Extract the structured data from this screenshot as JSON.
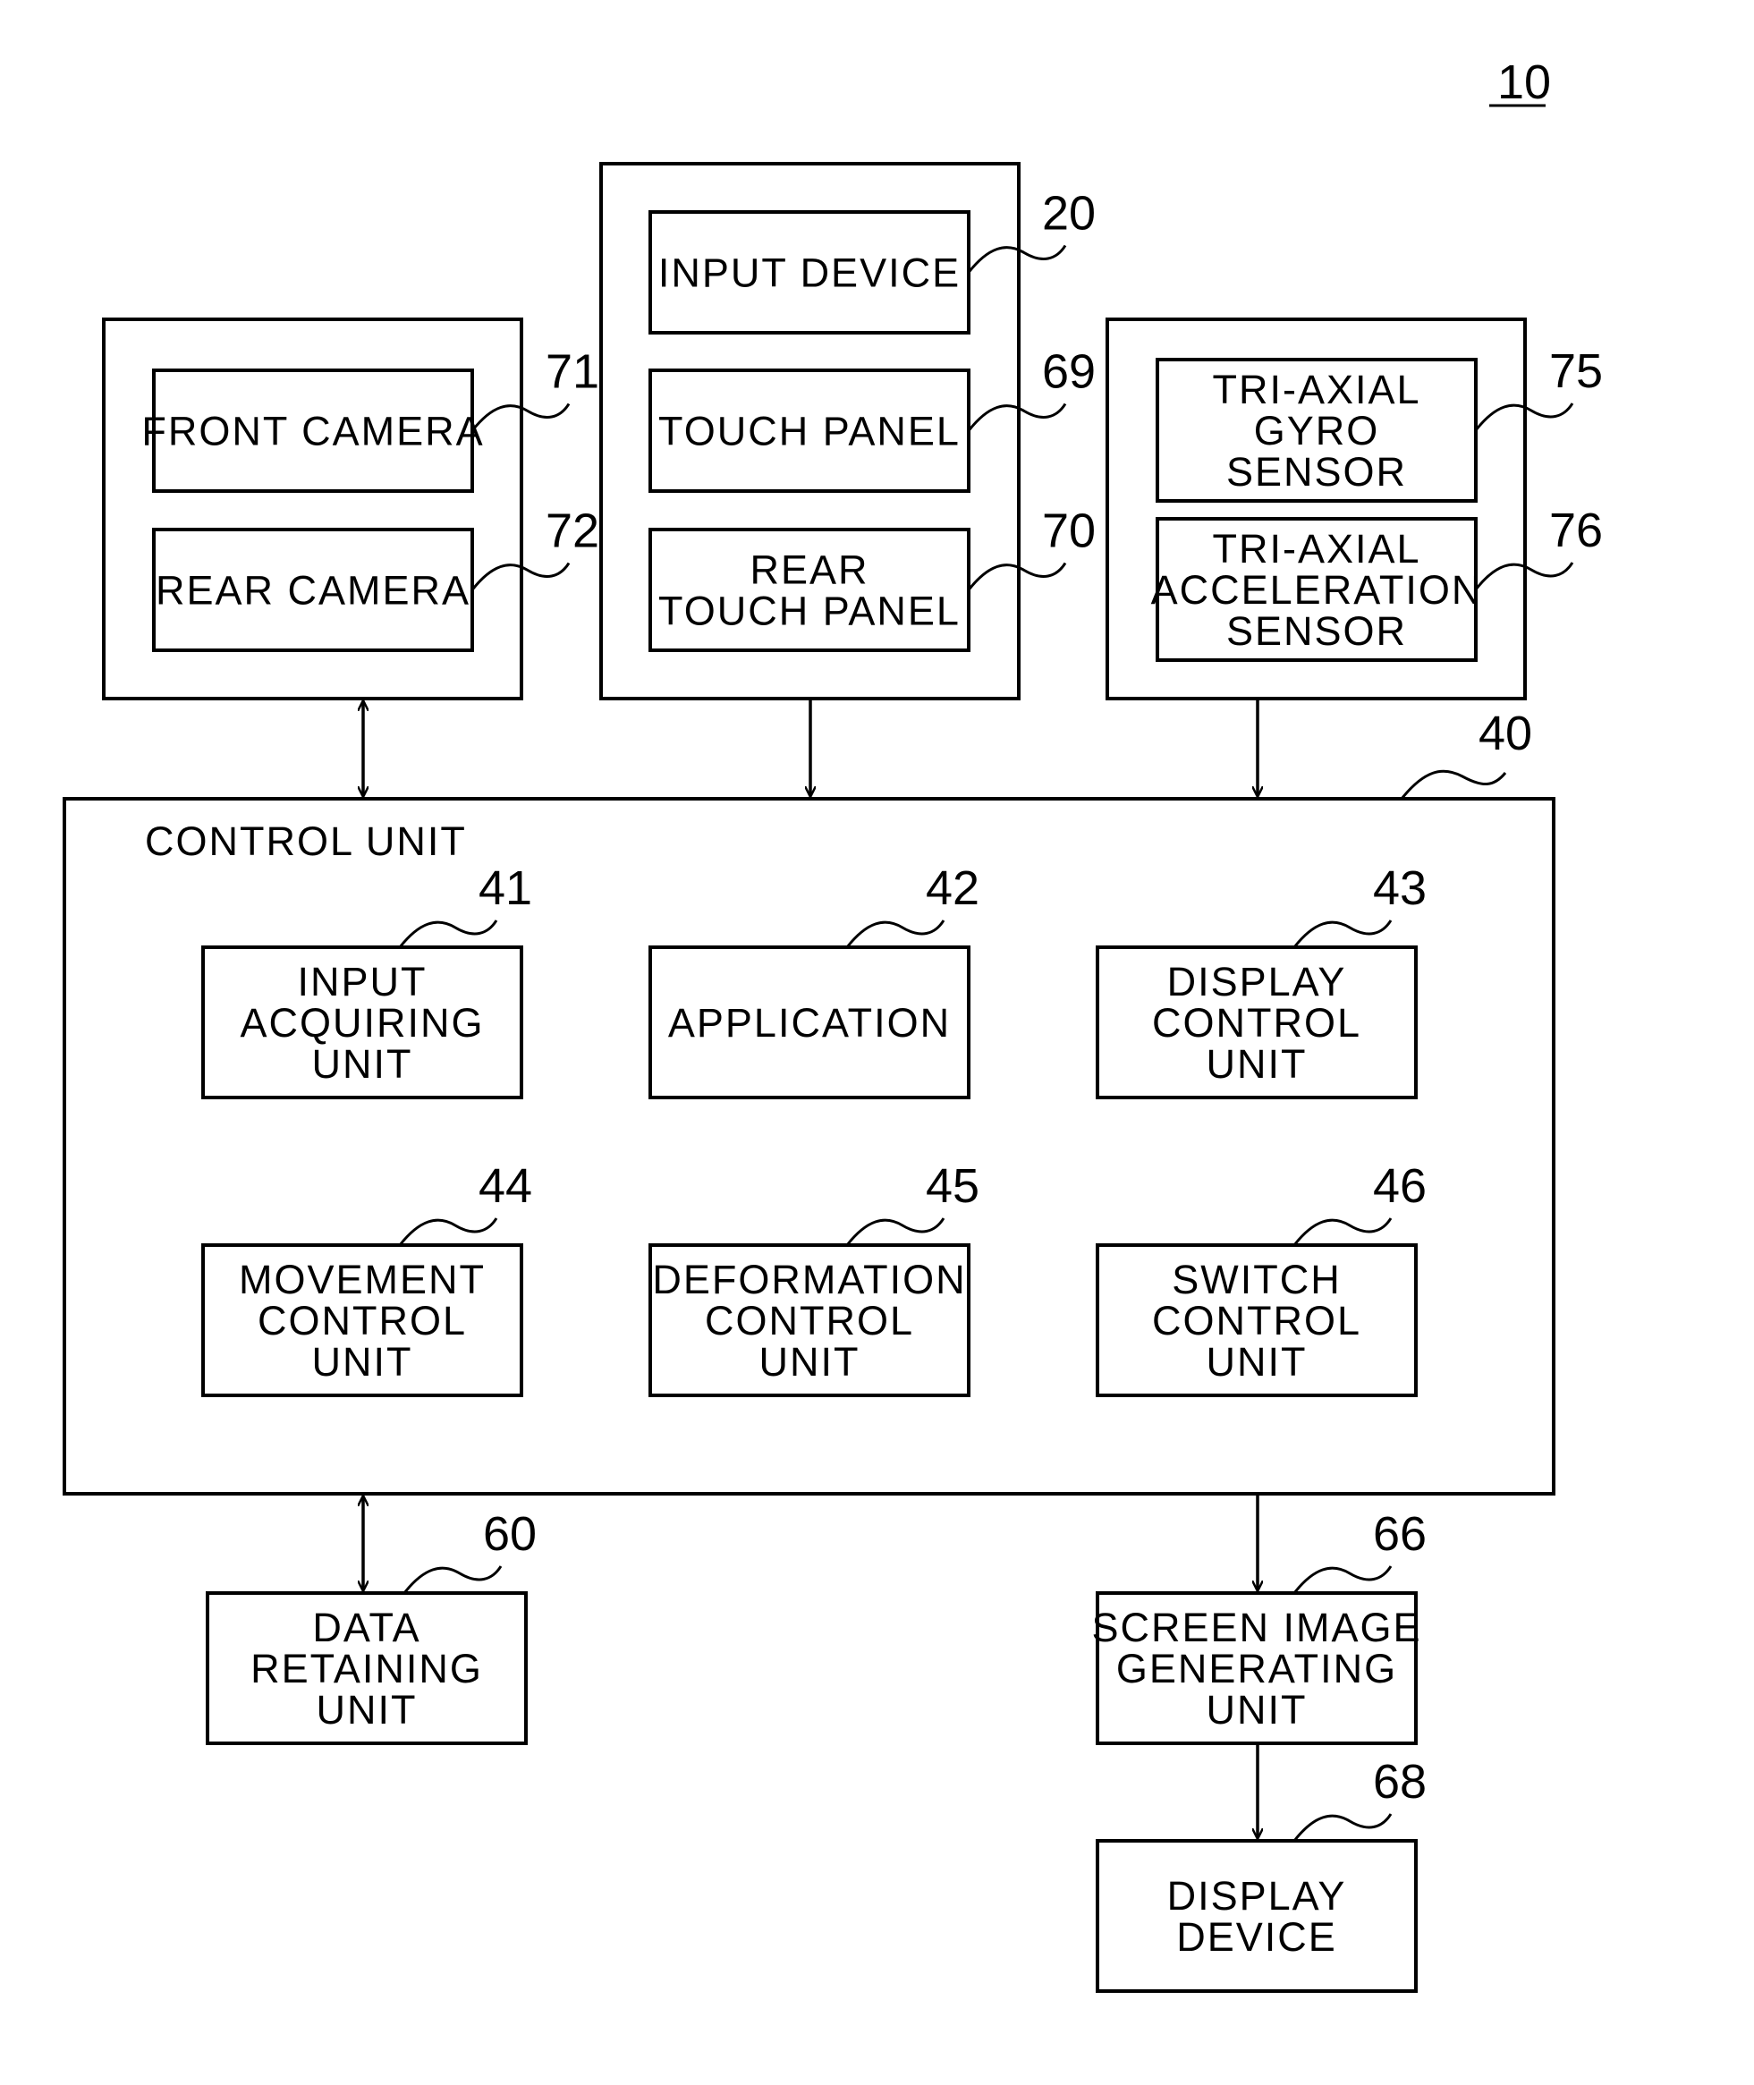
{
  "figure_number": "10",
  "boxes": {
    "input_device": {
      "ref": "20",
      "lines": [
        "INPUT DEVICE"
      ]
    },
    "touch_panel": {
      "ref": "69",
      "lines": [
        "TOUCH PANEL"
      ]
    },
    "rear_touch_panel": {
      "ref": "70",
      "lines": [
        "REAR",
        "TOUCH PANEL"
      ]
    },
    "front_camera": {
      "ref": "71",
      "lines": [
        "FRONT CAMERA"
      ]
    },
    "rear_camera": {
      "ref": "72",
      "lines": [
        "REAR CAMERA"
      ]
    },
    "gyro_sensor": {
      "ref": "75",
      "lines": [
        "TRI-AXIAL",
        "GYRO",
        "SENSOR"
      ]
    },
    "acceleration_sensor": {
      "ref": "76",
      "lines": [
        "TRI-AXIAL",
        "ACCELERATION",
        "SENSOR"
      ]
    },
    "input_acquiring_unit": {
      "ref": "41",
      "lines": [
        "INPUT",
        "ACQUIRING",
        "UNIT"
      ]
    },
    "application": {
      "ref": "42",
      "lines": [
        "APPLICATION"
      ]
    },
    "display_control_unit": {
      "ref": "43",
      "lines": [
        "DISPLAY",
        "CONTROL",
        "UNIT"
      ]
    },
    "movement_control_unit": {
      "ref": "44",
      "lines": [
        "MOVEMENT",
        "CONTROL",
        "UNIT"
      ]
    },
    "deformation_control_unit": {
      "ref": "45",
      "lines": [
        "DEFORMATION",
        "CONTROL",
        "UNIT"
      ]
    },
    "switch_control_unit": {
      "ref": "46",
      "lines": [
        "SWITCH",
        "CONTROL",
        "UNIT"
      ]
    },
    "data_retaining_unit": {
      "ref": "60",
      "lines": [
        "DATA",
        "RETAINING",
        "UNIT"
      ]
    },
    "screen_image_generating_unit": {
      "ref": "66",
      "lines": [
        "SCREEN IMAGE",
        "GENERATING",
        "UNIT"
      ]
    },
    "display_device": {
      "ref": "68",
      "lines": [
        "DISPLAY",
        "DEVICE"
      ]
    }
  },
  "control_unit": {
    "ref": "40",
    "title": "CONTROL UNIT"
  }
}
